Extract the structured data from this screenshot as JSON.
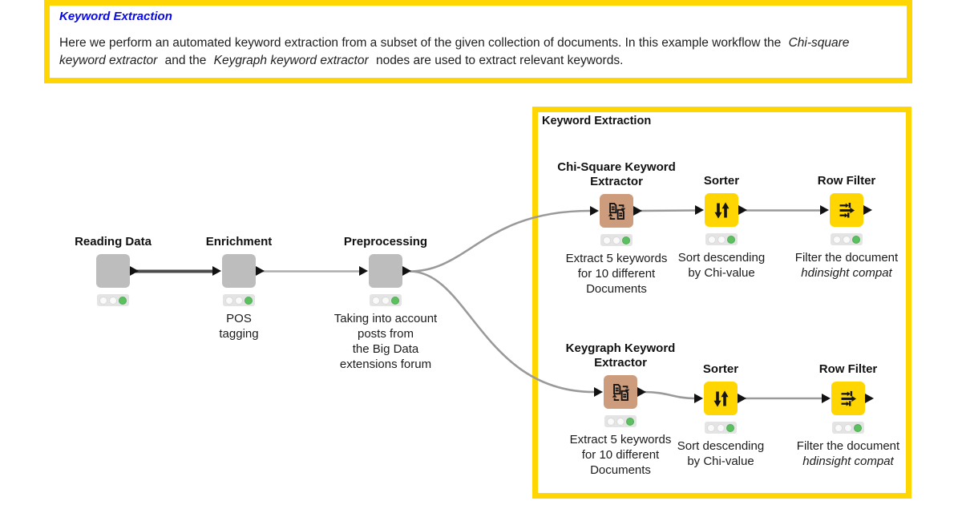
{
  "note": {
    "title": "Keyword Extraction",
    "body": [
      {
        "t": "Here we perform an automated keyword extraction from a subset of the given collection of documents. In this example workflow the",
        "i": false
      },
      {
        "t": "Chi-square keyword extractor",
        "i": true
      },
      {
        "t": "and the",
        "i": false
      },
      {
        "t": "Keygraph keyword extractor",
        "i": true
      },
      {
        "t": "nodes are used to extract relevant keywords.",
        "i": false
      }
    ]
  },
  "group": {
    "title": "Keyword Extraction"
  },
  "nodes": {
    "reading_data": {
      "name": "Reading Data",
      "comment": ""
    },
    "enrichment": {
      "name": "Enrichment",
      "comment": "POS\ntagging"
    },
    "preprocessing": {
      "name": "Preprocessing",
      "comment": "Taking into account\nposts from\nthe Big Data\nextensions forum"
    },
    "chi_square": {
      "name": "Chi-Square Keyword\nExtractor",
      "comment": "Extract 5 keywords\nfor 10 different\nDocuments"
    },
    "sorter_top": {
      "name": "Sorter",
      "comment": "Sort descending\nby Chi-value"
    },
    "row_filter_top": {
      "name": "Row Filter",
      "comment": "Filter the document",
      "comment_italic": "hdinsight compat"
    },
    "keygraph": {
      "name": "Keygraph Keyword\nExtractor",
      "comment": "Extract 5 keywords\nfor 10 different\nDocuments"
    },
    "sorter_bottom": {
      "name": "Sorter",
      "comment": "Sort descending\nby Chi-value"
    },
    "row_filter_bottom": {
      "name": "Row Filter",
      "comment": "Filter the document",
      "comment_italic": "hdinsight compat"
    }
  },
  "colors": {
    "annotation_border": "#FFD502",
    "annotation_title_blue": "#0909E8",
    "node_gray": "#BDBDBD",
    "node_tan": "#CC9C7C",
    "node_yellow": "#FFD502",
    "traffic_green": "#5CBF60",
    "traffic_off": "#FAFAFA",
    "connector_gray": "#9A9A9A",
    "connector_light": "#ADADAD",
    "connector_dark": "#4B4B4B"
  },
  "icons": {
    "extractor": "documents-transform-icon",
    "sorter": "sort-up-down-arrows-icon",
    "row_filter": "filter-rows-arrows-icon"
  }
}
